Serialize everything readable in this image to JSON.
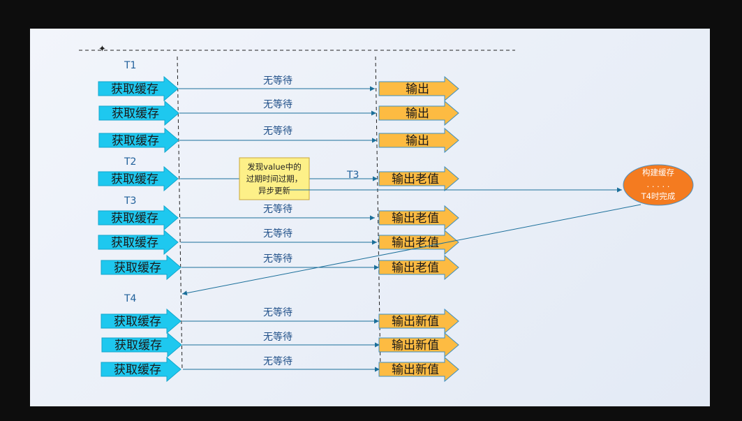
{
  "timeline": {
    "t1": "T1",
    "t2": "T2",
    "t3": "T3",
    "t4": "T4",
    "t3_async": "T3"
  },
  "rows": [
    {
      "input": "获取缓存",
      "wait": "无等待",
      "output": "输出"
    },
    {
      "input": "获取缓存",
      "wait": "无等待",
      "output": "输出"
    },
    {
      "input": "获取缓存",
      "wait": "无等待",
      "output": "输出"
    },
    {
      "input": "获取缓存",
      "wait": "",
      "output": "输出老值"
    },
    {
      "input": "获取缓存",
      "wait": "无等待",
      "output": "输出老值"
    },
    {
      "input": "获取缓存",
      "wait": "无等待",
      "output": "输出老值"
    },
    {
      "input": "获取缓存",
      "wait": "无等待",
      "output": "输出老值"
    },
    {
      "input": "获取缓存",
      "wait": "无等待",
      "output": "输出新值"
    },
    {
      "input": "获取缓存",
      "wait": "无等待",
      "output": "输出新值"
    },
    {
      "input": "获取缓存",
      "wait": "无等待",
      "output": "输出新值"
    }
  ],
  "note": {
    "line1": "发现value中的",
    "line2": "过期时间过期，",
    "line3": "异步更新"
  },
  "rebuild": {
    "line1": "构建缓存",
    "line2": ". . . . .",
    "line3": "T4时完成"
  },
  "colors": {
    "input_arrow": "#1ec8ef",
    "output_arrow": "#fdbb42",
    "note_bg": "#fdf088",
    "rebuild_circle": "#f47b20",
    "connector": "#1b6f9a"
  }
}
